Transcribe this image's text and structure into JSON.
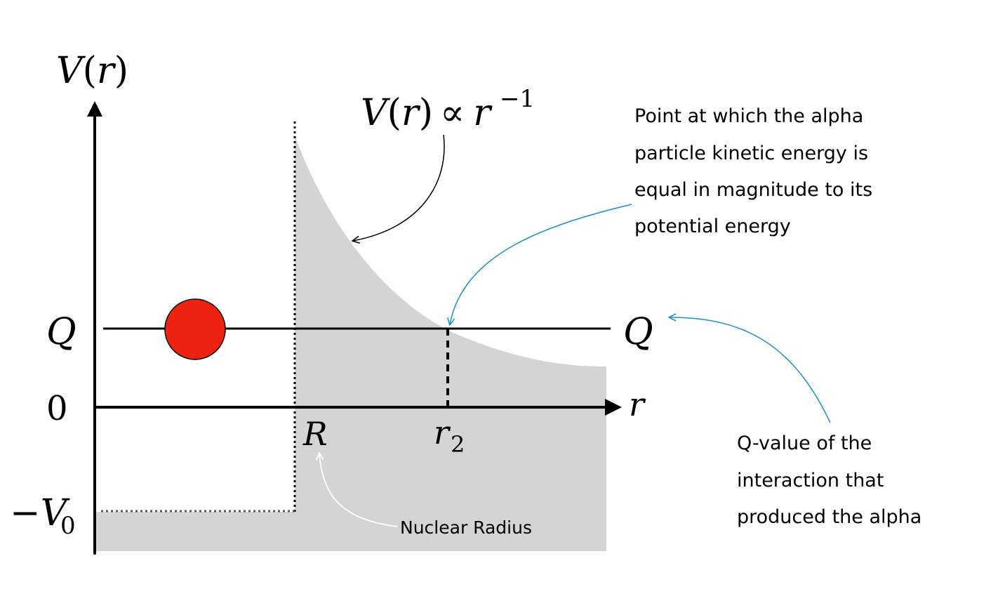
{
  "axes": {
    "y_label_main": "V",
    "y_label_paren_open": "(",
    "y_label_var": "r",
    "y_label_paren_close": ")",
    "x_label": "r",
    "zero_label": "0"
  },
  "levels": {
    "q_left": "Q",
    "q_right": "Q",
    "v0_minus": "−",
    "v0_letter": "V",
    "v0_sub": "0"
  },
  "ticks": {
    "R": "R",
    "r2_letter": "r",
    "r2_sub": "2"
  },
  "formula": {
    "main": "V",
    "paren_open": "(",
    "var": "r",
    "paren_close": ")",
    "prop": "∝",
    "base": "r",
    "exp": "−1"
  },
  "annotations": {
    "point_lines": [
      "Point at which the alpha",
      "particle kinetic energy is",
      "equal in magnitude to its",
      "potential energy"
    ],
    "qvalue_lines": [
      "Q-value of the",
      "interaction that",
      "produced the alpha"
    ],
    "nuclear_radius": "Nuclear Radius"
  },
  "colors": {
    "region_fill": "#d4d4d4",
    "particle": "#ee2211",
    "arrow_blue": "#1a8fd0",
    "arrow_white": "#ffffff",
    "ink": "#000000"
  }
}
